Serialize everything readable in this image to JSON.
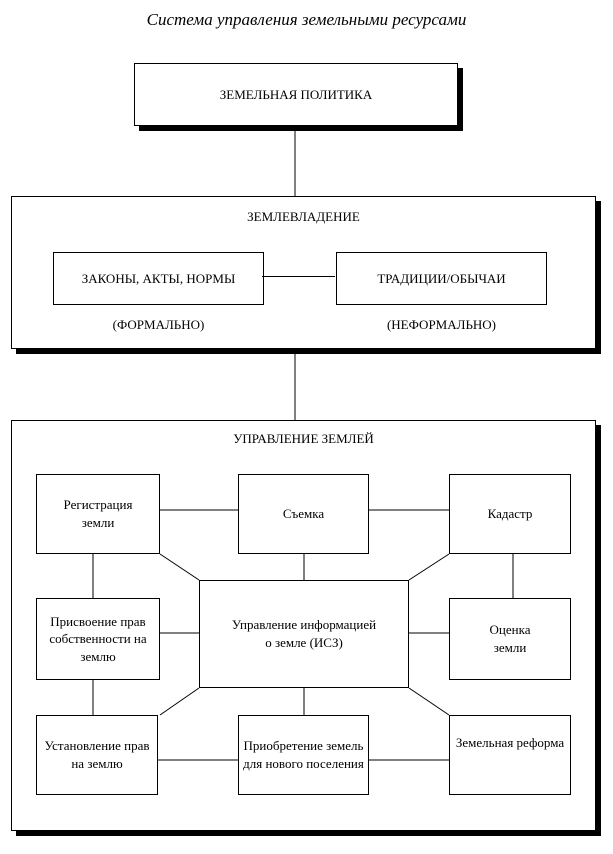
{
  "title": "Система управления земельными ресурсами",
  "policy": "ЗЕМЕЛЬНАЯ ПОЛИТИКА",
  "tenure": {
    "title": "ЗЕМЛЕВЛАДЕНИЕ",
    "formal": "ЗАКОНЫ, АКТЫ, НОРМЫ",
    "informal": "ТРАДИЦИИ/ОБЫЧАИ",
    "formal_note": "(ФОРМАЛЬНО)",
    "informal_note": "(НЕФОРМАЛЬНО)"
  },
  "management": {
    "title": "УПРАВЛЕНИЕ ЗЕМЛЕЙ",
    "registration": "Регистрация земли",
    "survey": "Съемка",
    "cadastre": "Кадастр",
    "rights_assignment": "Присвоение прав собственности на землю",
    "lis": "Управление информацией о земле (ИСЗ)",
    "valuation": "Оценка земли",
    "rights_establishment": "Установление прав на землю",
    "acquisition": "Приобретение земель для нового поселения",
    "reform": "Земельная реформа"
  }
}
